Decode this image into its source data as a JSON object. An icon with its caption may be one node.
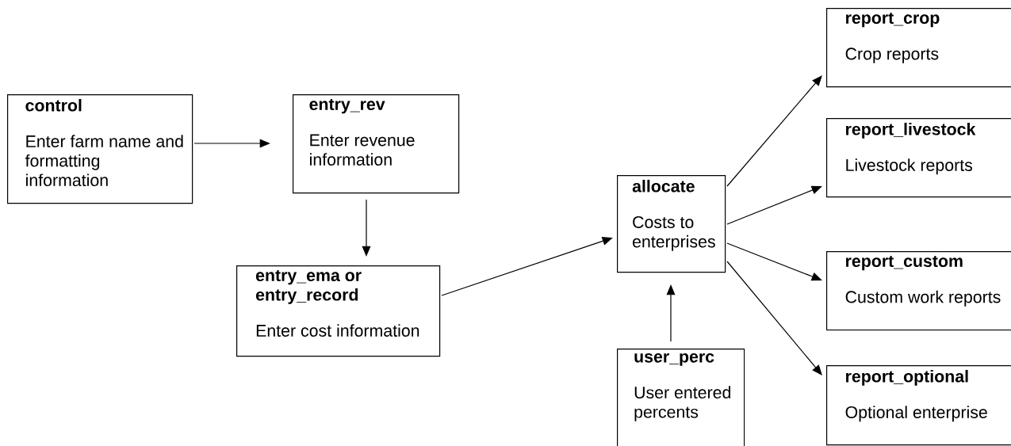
{
  "diagram": {
    "nodes": [
      {
        "text": [
          "control",
          "Enter farm name and formatting information"
        ]
      },
      {
        "text": [
          "entry_rev",
          "Enter revenue information"
        ]
      },
      {
        "text": [
          "entry_ema or entry_record",
          "Enter cost information"
        ]
      },
      {
        "text": [
          "allocate",
          "Costs to enterprises"
        ]
      },
      {
        "text": [
          "user_perc",
          "User entered percents"
        ]
      },
      {
        "text": [
          "report_crop",
          "Crop reports"
        ]
      },
      {
        "text": [
          "report_livestock",
          "Livestock reports"
        ]
      },
      {
        "text": [
          "report_custom",
          "Custom work reports"
        ]
      },
      {
        "text": [
          "report_optional",
          "Optional enterprise"
        ]
      }
    ],
    "edges": [
      {
        "from": 0,
        "to": 1,
        "arrow": "to"
      },
      {
        "from": 1,
        "to": 2,
        "arrow": "to"
      },
      {
        "from": 2,
        "to": 3,
        "arrow": "to"
      },
      {
        "from": 4,
        "to": 3,
        "arrow": "to"
      },
      {
        "from": 3,
        "to": 5,
        "arrow": "to"
      },
      {
        "from": 3,
        "to": 6,
        "arrow": "to"
      },
      {
        "from": 3,
        "to": 7,
        "arrow": "to"
      },
      {
        "from": 3,
        "to": 8,
        "arrow": "to"
      }
    ]
  }
}
